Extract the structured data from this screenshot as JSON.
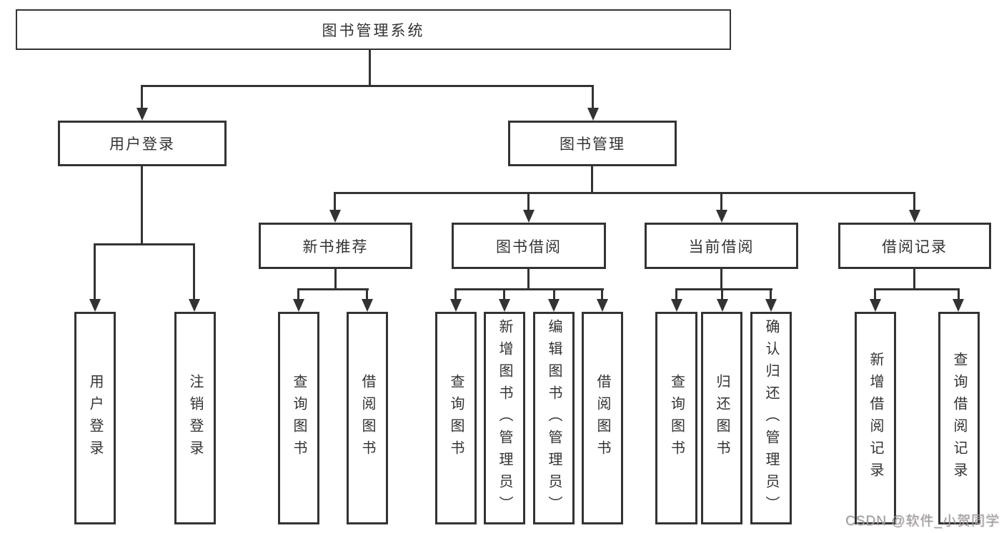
{
  "colors": {
    "line": "#333333",
    "box_border": "#333333",
    "box_background": "#ffffff",
    "text": "#333333",
    "watermark": "#9e9e9e",
    "page_background": "#ffffff"
  },
  "tree": {
    "label": "图书管理系统",
    "children": [
      {
        "label": "用户登录",
        "children": [
          {
            "label": "用户登录"
          },
          {
            "label": "注销登录"
          }
        ]
      },
      {
        "label": "图书管理",
        "children": [
          {
            "label": "新书推荐",
            "children": [
              {
                "label": "查询图书"
              },
              {
                "label": "借阅图书"
              }
            ]
          },
          {
            "label": "图书借阅",
            "children": [
              {
                "label": "查询图书"
              },
              {
                "label": "新增图书（管理员）"
              },
              {
                "label": "编辑图书（管理员）"
              },
              {
                "label": "借阅图书"
              }
            ]
          },
          {
            "label": "当前借阅",
            "children": [
              {
                "label": "查询图书"
              },
              {
                "label": "归还图书"
              },
              {
                "label": "确认归还（管理员）"
              }
            ]
          },
          {
            "label": "借阅记录",
            "children": [
              {
                "label": "新增借阅记录"
              },
              {
                "label": "查询借阅记录"
              }
            ]
          }
        ]
      }
    ]
  },
  "watermark": {
    "text": "CSDN @软件_小贺同学"
  }
}
